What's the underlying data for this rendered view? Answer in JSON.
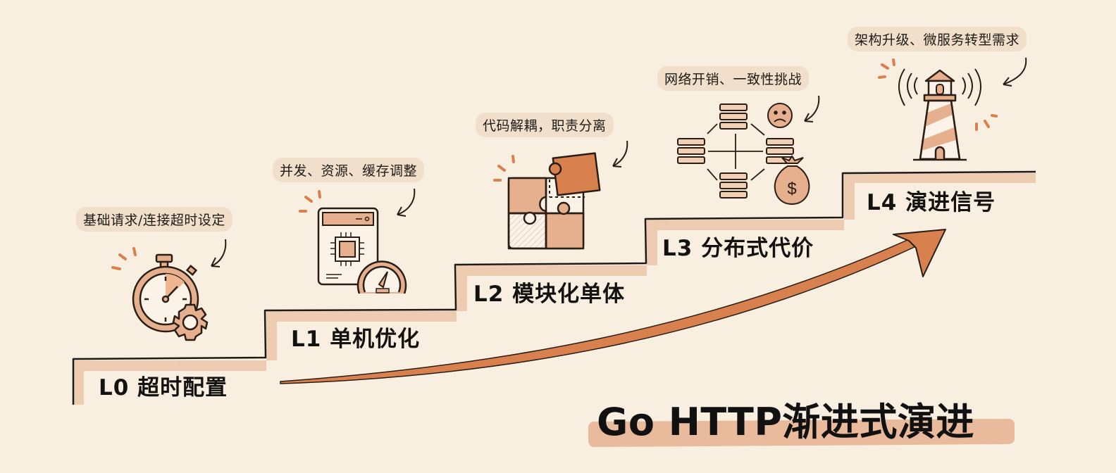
{
  "title": "Go HTTP渐进式演进",
  "colors": {
    "background": "#f8efe1",
    "accent": "#d9814e",
    "accent_light": "#e6b08e",
    "ink": "#1e1a17"
  },
  "steps": [
    {
      "level": "L0",
      "label": "L0 超时配置",
      "note": "基础请求/连接超时设定",
      "icon": "stopwatch-gear-icon"
    },
    {
      "level": "L1",
      "label": "L1 单机优化",
      "note": "并发、资源、缓存调整",
      "icon": "server-cpu-gauge-icon"
    },
    {
      "level": "L2",
      "label": "L2 模块化单体",
      "note": "代码解耦，职责分离",
      "icon": "puzzle-icon"
    },
    {
      "level": "L3",
      "label": "L3 分布式代价",
      "note": "网络开销、一致性挑战",
      "icon": "distributed-servers-icon"
    },
    {
      "level": "L4",
      "label": "L4 演进信号",
      "note": "架构升级、微服务转型需求",
      "icon": "lighthouse-icon"
    }
  ],
  "icons": {
    "sad_face": "sad-face-icon",
    "money_bag": "money-bag-icon",
    "money_symbol": "$",
    "growth_arrow": "growth-arrow-icon"
  }
}
